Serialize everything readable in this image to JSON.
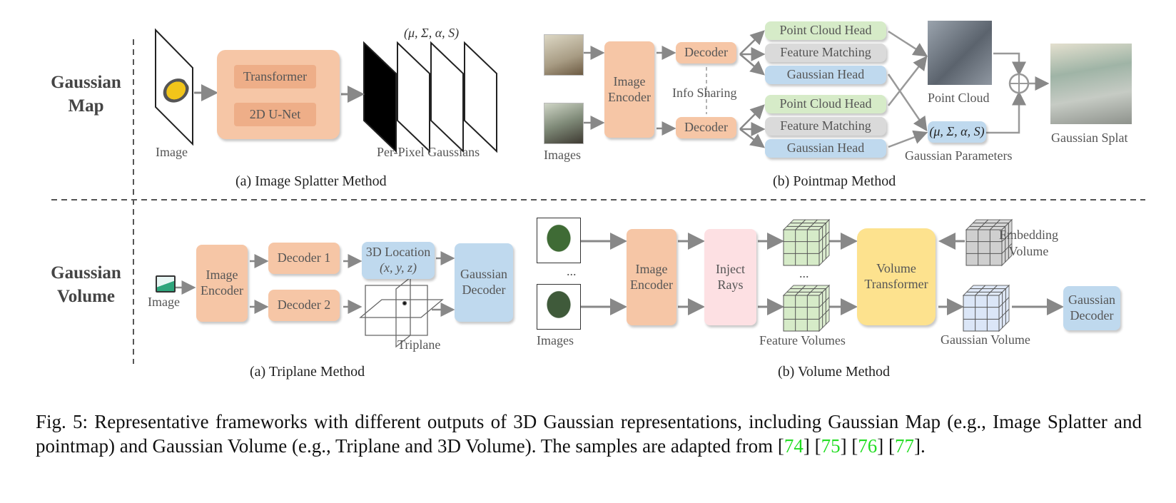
{
  "row_labels": {
    "top": [
      "Gaussian",
      "Map"
    ],
    "bottom": [
      "Gaussian",
      "Volume"
    ]
  },
  "image_splatter": {
    "input_label": "Image",
    "block_items": [
      "Transformer",
      "2D U-Net"
    ],
    "params_label": "(μ, Σ, α, S)",
    "output_label": "Per-Pixel Gaussians",
    "subcaption": "(a) Image Splatter Method"
  },
  "pointmap": {
    "input_label": "Images",
    "encoder_label": [
      "Image",
      "Encoder"
    ],
    "decoder_label": "Decoder",
    "info_sharing_label": "Info Sharing",
    "heads": [
      "Point Cloud Head",
      "Feature Matching",
      "Gaussian Head"
    ],
    "point_cloud_label": "Point Cloud",
    "gaussian_params_value": "(μ, Σ, α, S)",
    "gaussian_params_label": "Gaussian Parameters",
    "output_label": "Gaussian Splat",
    "subcaption": "(b) Pointmap Method"
  },
  "triplane": {
    "input_label": "Image",
    "encoder_label": [
      "Image",
      "Encoder"
    ],
    "decoder1_label": "Decoder 1",
    "decoder2_label": "Decoder 2",
    "location_label": [
      "3D Location",
      "(x, y, z)"
    ],
    "triplane_label": "Triplane",
    "gaussian_decoder_label": [
      "Gaussian",
      "Decoder"
    ],
    "subcaption": "(a) Triplane Method"
  },
  "volume": {
    "input_label": "Images",
    "ellipsis": "...",
    "encoder_label": [
      "Image",
      "Encoder"
    ],
    "inject_label": [
      "Inject",
      "Rays"
    ],
    "feature_volumes_label": "Feature Volumes",
    "transformer_label": [
      "Volume",
      "Transformer"
    ],
    "embedding_label": [
      "Embedding",
      "Volume"
    ],
    "gaussian_volume_label": "Gaussian Volume",
    "gaussian_decoder_label": [
      "Gaussian",
      "Decoder"
    ],
    "subcaption": "(b) Volume Method"
  },
  "caption": {
    "text": "Fig. 5: Representative frameworks with different outputs of 3D Gaussian representations, including Gaussian Map (e.g., Image Splatter and pointmap) and Gaussian Volume (e.g., Triplane and 3D Volume). The samples are adapted from ",
    "refs": [
      "74",
      "75",
      "76",
      "77"
    ],
    "end": "."
  },
  "colors": {
    "orange": "#f6c6a6",
    "green": "#d6ebc8",
    "gray": "#dadada",
    "blue": "#bfd9ee",
    "pink": "#fde0e3",
    "yellow": "#fde28e",
    "reference_link": "#22dd22"
  }
}
